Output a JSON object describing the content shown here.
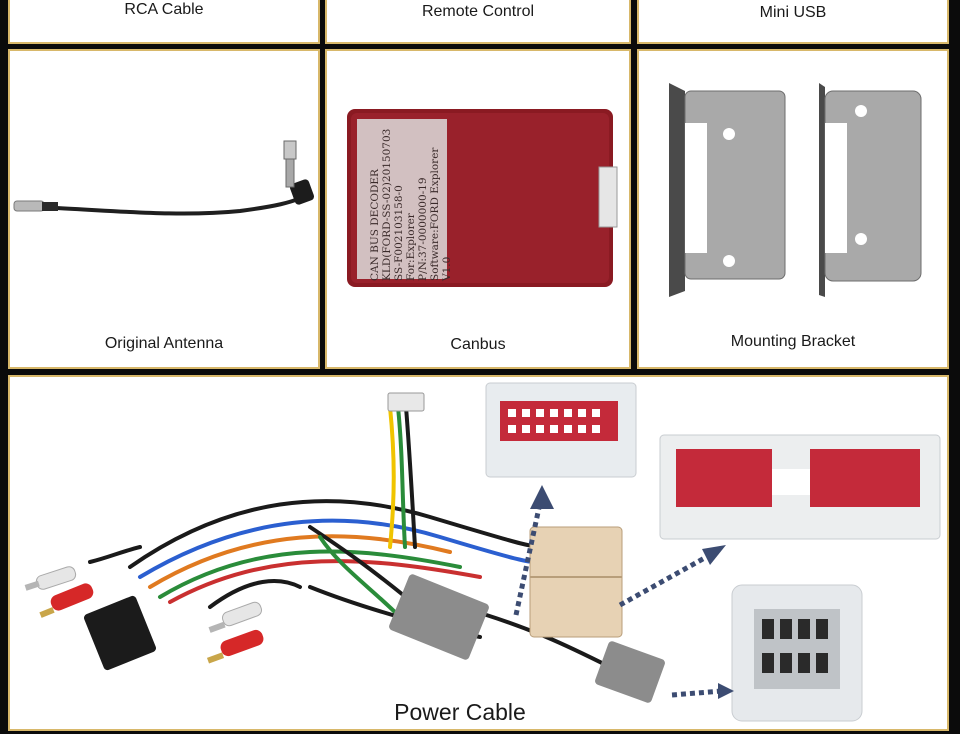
{
  "top_row": {
    "rca_cable": "RCA Cable",
    "remote_control": "Remote Control",
    "mini_usb": "Mini USB"
  },
  "middle_row": {
    "original_antenna": "Original Antenna",
    "canbus": "Canbus",
    "mounting_bracket": "Mounting Bracket"
  },
  "canbus_label": {
    "line1": "CAN BUS DECODER",
    "line2": "KLD(FORD-SS-02)20150703",
    "line3": "SS-F002103158-0",
    "line4": "For:Explorer",
    "line5": "P/N:37-0000000-19",
    "line6": "Software:FORD Explorer V1.0"
  },
  "bottom": {
    "power_cable": "Power Cable"
  },
  "colors": {
    "panel_border": "#d8b86a",
    "background": "#0b0b0b",
    "canbus_red": "#8a1a22",
    "connector_red": "#c42a3a",
    "connector_grey": "#8c8c8c",
    "connector_beige": "#e7d2b4",
    "arrow_blue": "#3c4c72"
  }
}
